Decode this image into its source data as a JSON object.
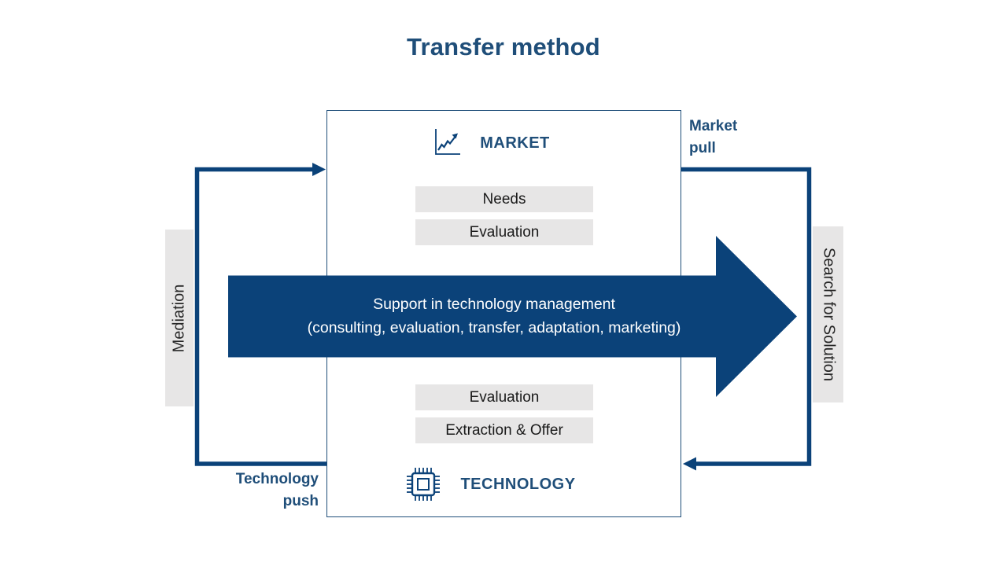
{
  "title": "Transfer method",
  "colors": {
    "shape_blue": "#0B4279",
    "text_blue": "#1F4E79",
    "gray_fill": "#E7E6E6",
    "item_text": "#1A1A1A",
    "arrow_text": "#FFFFFF",
    "background": "#FFFFFF"
  },
  "center_box": {
    "market_section": {
      "icon": "line-chart-icon",
      "label": "MARKET",
      "items": [
        "Needs",
        "Evaluation"
      ]
    },
    "technology_section": {
      "icon": "microchip-icon",
      "label": "TECHNOLOGY",
      "items": [
        "Evaluation",
        "Extraction & Offer"
      ]
    }
  },
  "main_arrow": {
    "line1": "Support in technology management",
    "line2": "(consulting, evaluation, transfer, adaptation, marketing)"
  },
  "side_labels": {
    "left": "Mediation",
    "right": "Search for Solution"
  },
  "flow_labels": {
    "market_pull": "Market pull",
    "technology_push": "Technology push"
  }
}
